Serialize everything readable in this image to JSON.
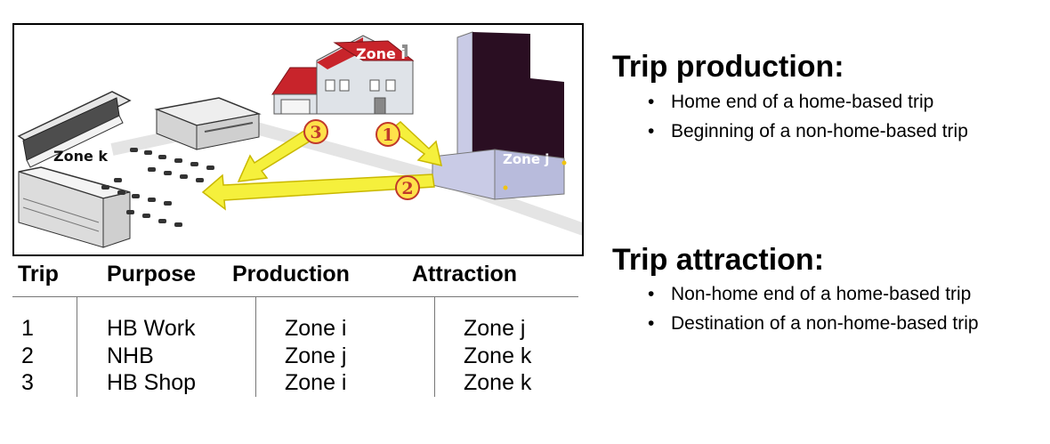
{
  "figure": {
    "zone_i_label": "Zone i",
    "zone_j_label": "Zone j",
    "zone_k_label": "Zone k",
    "arrows": [
      {
        "number": "1"
      },
      {
        "number": "2"
      },
      {
        "number": "3"
      }
    ],
    "colors": {
      "arrow_fill": "#f5f03c",
      "arrow_stroke": "#c9b800",
      "badge_fill": "#ffe14a",
      "badge_stroke": "#c0392b",
      "house_roof": "#c8242b",
      "house_wall": "#dfe3e8",
      "tower_dark": "#2a0e22",
      "tower_light": "#c9cbe6"
    }
  },
  "table": {
    "headers": {
      "trip": "Trip",
      "purpose": "Purpose",
      "production": "Production",
      "attraction": "Attraction"
    },
    "rows": [
      {
        "trip": "1",
        "purpose": "HB Work",
        "production": "Zone i",
        "attraction": "Zone j"
      },
      {
        "trip": "2",
        "purpose": "NHB",
        "production": "Zone j",
        "attraction": "Zone k"
      },
      {
        "trip": "3",
        "purpose": "HB Shop",
        "production": "Zone i",
        "attraction": "Zone k"
      }
    ]
  },
  "definitions": {
    "production": {
      "heading": "Trip production:",
      "bullets": [
        "Home end of a home-based trip",
        "Beginning of a non-home-based trip"
      ]
    },
    "attraction": {
      "heading": "Trip attraction:",
      "bullets": [
        "Non-home end of a home-based trip",
        "Destination of a non-home-based trip"
      ]
    },
    "bullet_glyph": "•"
  }
}
